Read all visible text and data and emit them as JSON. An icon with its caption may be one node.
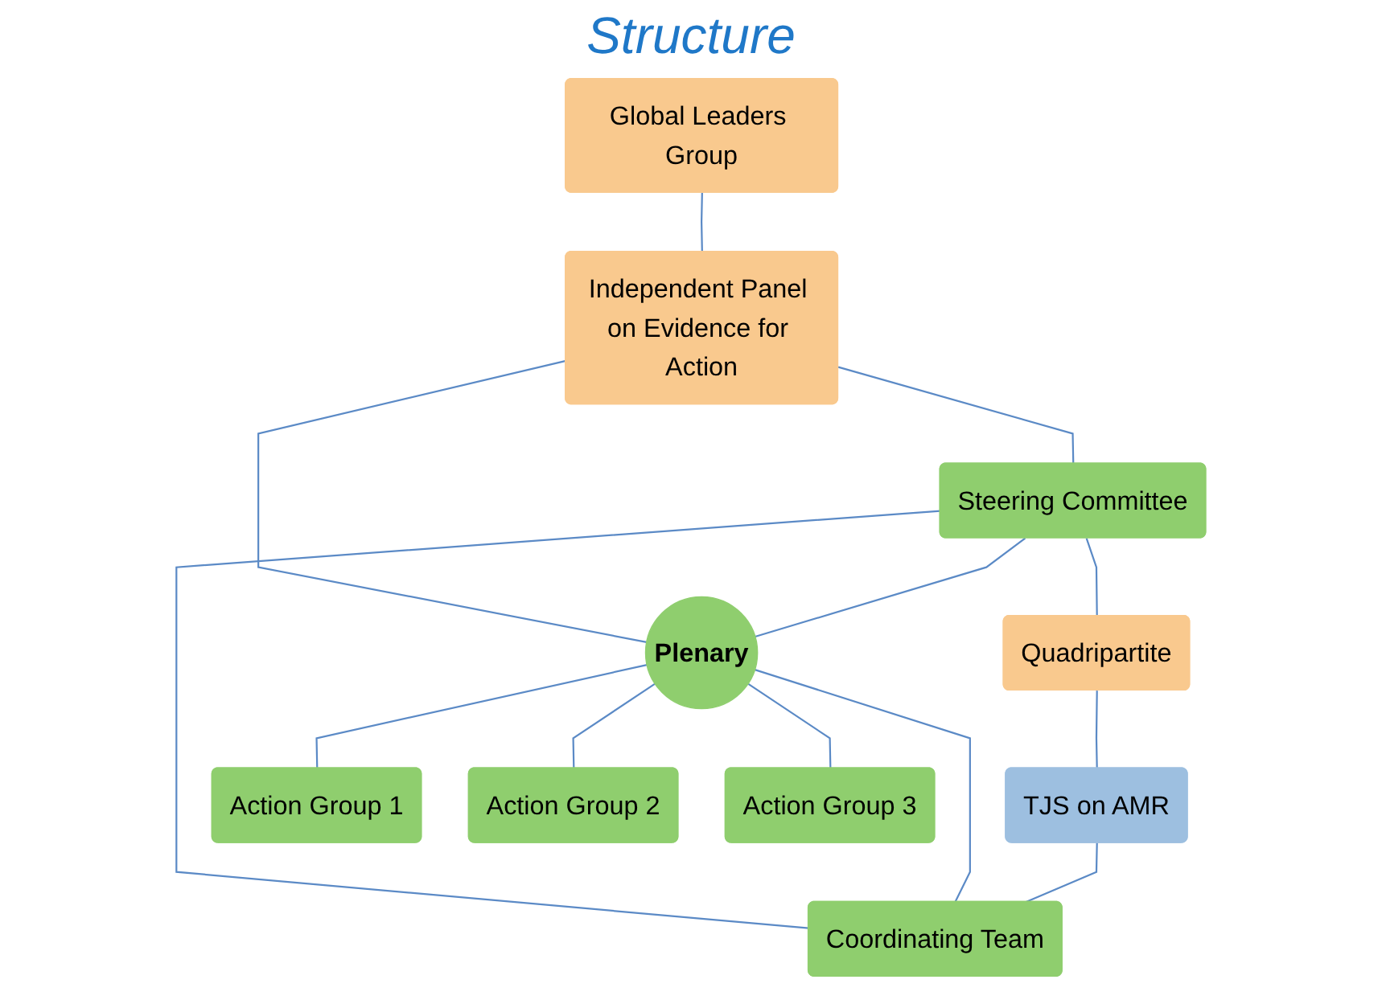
{
  "diagram": {
    "title": "Structure",
    "nodes": [
      {
        "text": [
          "Global Leaders Group"
        ]
      },
      {
        "text": [
          "Steering Committee"
        ]
      },
      {
        "text": [
          "Quadripartite"
        ]
      },
      {
        "text": [
          "Independent Panel on Evidence for Action"
        ]
      },
      {
        "text": [
          "TJS on AMR"
        ]
      },
      {
        "text": [
          "Plenary"
        ]
      },
      {
        "text": [
          "Coordinating Team"
        ]
      },
      {
        "text": [
          "Action Group 1"
        ]
      },
      {
        "text": [
          "Action Group 2"
        ]
      },
      {
        "text": [
          "Action Group 3"
        ]
      }
    ],
    "edges": [
      {
        "from": 0,
        "to": 3,
        "arrow": "none"
      },
      {
        "from": 1,
        "to": 2,
        "arrow": "none"
      },
      {
        "from": 3,
        "to": 1,
        "arrow": "none"
      },
      {
        "from": 3,
        "to": 5,
        "arrow": "none"
      },
      {
        "from": 1,
        "to": 5,
        "arrow": "none"
      },
      {
        "from": 1,
        "to": 6,
        "arrow": "none"
      },
      {
        "from": 5,
        "to": 6,
        "arrow": "none"
      },
      {
        "from": 2,
        "to": 4,
        "arrow": "none"
      },
      {
        "from": 4,
        "to": 6,
        "arrow": "none"
      },
      {
        "from": 5,
        "to": 7,
        "arrow": "none"
      },
      {
        "from": 5,
        "to": 8,
        "arrow": "none"
      },
      {
        "from": 5,
        "to": 9,
        "arrow": "none"
      }
    ]
  }
}
